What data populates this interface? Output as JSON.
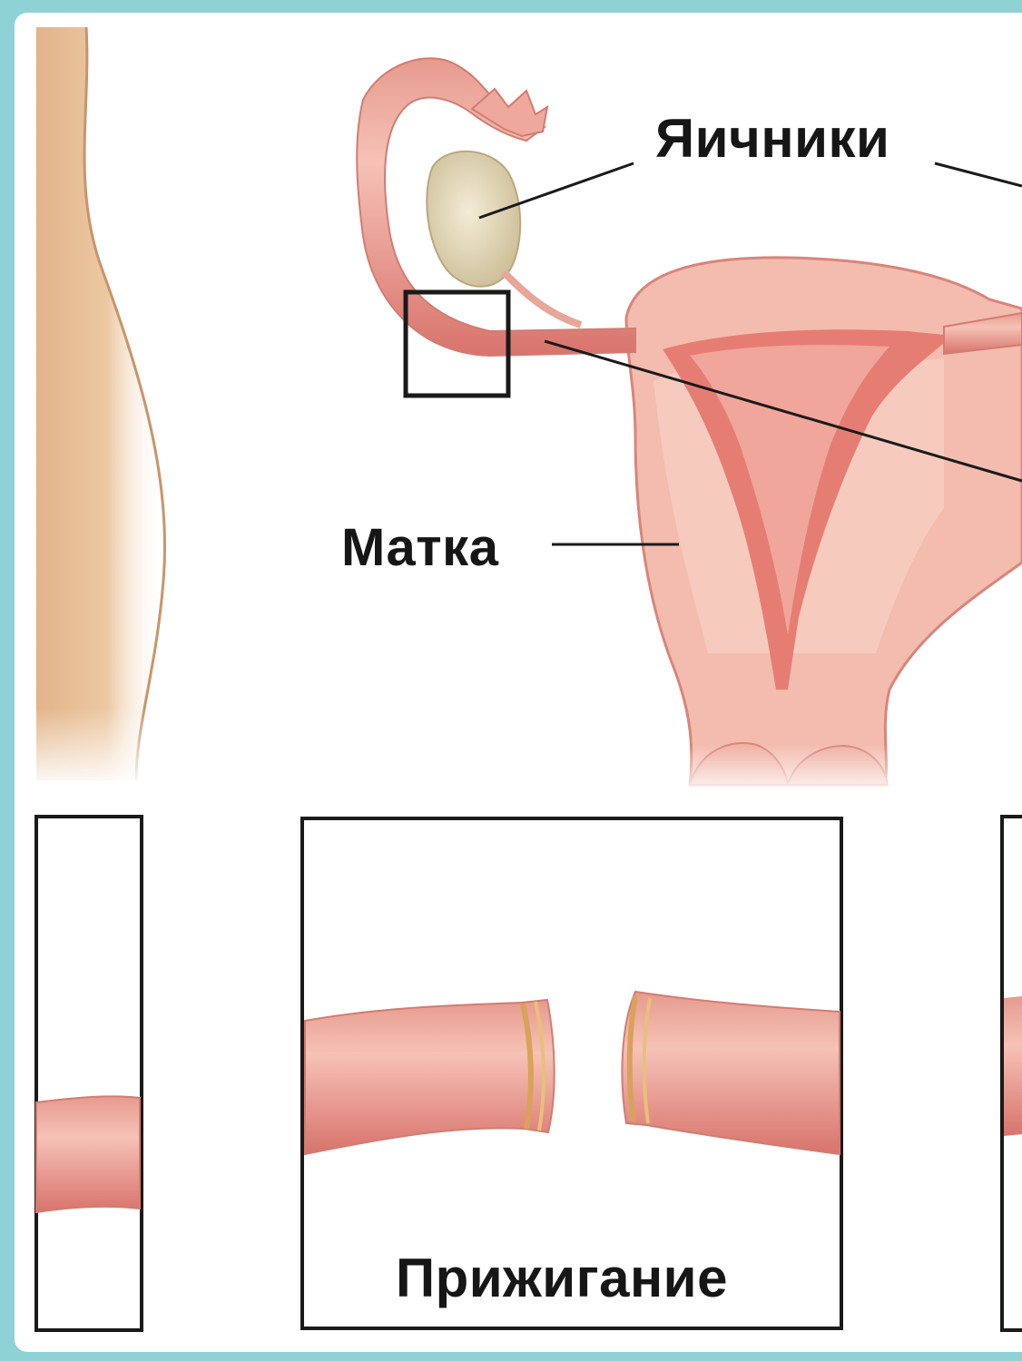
{
  "labels": {
    "ovaries": "Яичники",
    "uterus": "Матка",
    "cauterization": "Прижигание"
  },
  "colors": {
    "background": "#8fd2d6",
    "panel": "#ffffff",
    "tissue": "#f2b8ac",
    "tissue_dark": "#d9736e",
    "ovary": "#e6dcc0",
    "skin": "#e9c29a",
    "outline": "#1a1a1a"
  }
}
